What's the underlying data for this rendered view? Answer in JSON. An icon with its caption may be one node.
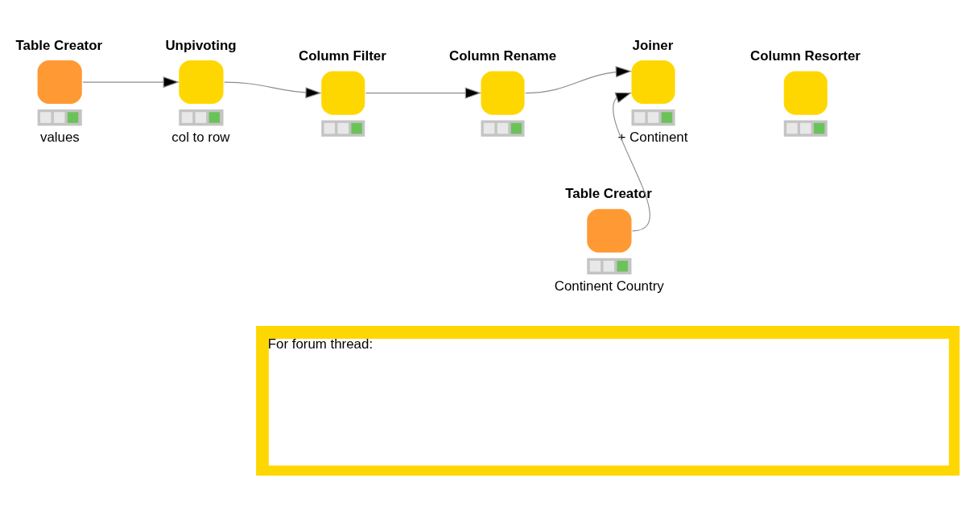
{
  "diagram": {
    "nodes": [
      {
        "text": [
          "Table Creator"
        ],
        "beside": [
          "values"
        ]
      },
      {
        "text": [
          "Unpivoting"
        ],
        "beside": [
          "col to row"
        ]
      },
      {
        "text": [
          "Column Filter"
        ]
      },
      {
        "text": [
          "Column Rename"
        ]
      },
      {
        "text": [
          "Joiner"
        ],
        "beside": [
          "+ Continent"
        ]
      },
      {
        "text": [
          "Column Resorter"
        ]
      },
      {
        "text": [
          "Table Creator"
        ],
        "beside": [
          "Continent Country"
        ]
      },
      {
        "text": [
          "For forum thread:"
        ]
      }
    ],
    "edges": [
      {
        "from": 0,
        "to": 1,
        "arrow": "to"
      },
      {
        "from": 1,
        "to": 2,
        "arrow": "to"
      },
      {
        "from": 2,
        "to": 3,
        "arrow": "to"
      },
      {
        "from": 3,
        "to": 4,
        "arrow": "to"
      },
      {
        "from": 6,
        "to": 4,
        "arrow": "to"
      }
    ]
  }
}
